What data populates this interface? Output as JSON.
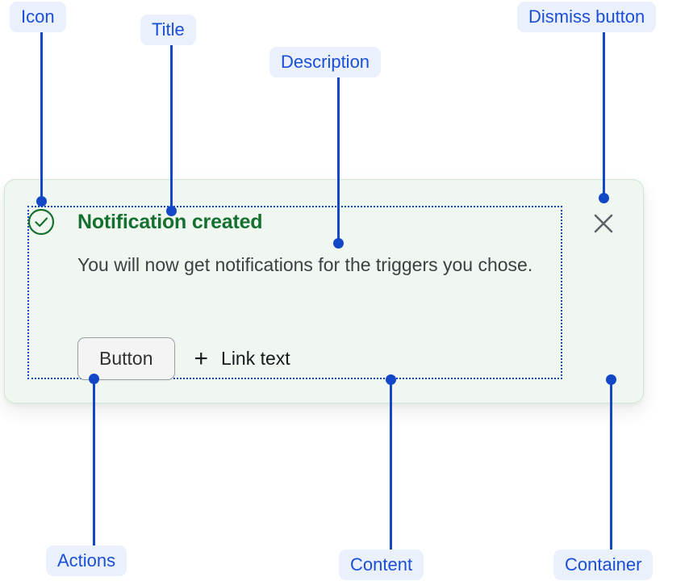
{
  "annotations": [
    {
      "id": "icon",
      "label": "Icon"
    },
    {
      "id": "title",
      "label": "Title"
    },
    {
      "id": "description",
      "label": "Description"
    },
    {
      "id": "dismiss",
      "label": "Dismiss button"
    },
    {
      "id": "actions",
      "label": "Actions"
    },
    {
      "id": "content",
      "label": "Content"
    },
    {
      "id": "container",
      "label": "Container"
    }
  ],
  "notification": {
    "status": "success",
    "icon_name": "check-circle-icon",
    "title": "Notification created",
    "description": "You will now get notifications for the triggers you chose.",
    "dismiss_icon_name": "close-icon",
    "actions": {
      "button_label": "Button",
      "link_plus_glyph": "+",
      "link_label": "Link text"
    }
  },
  "colors": {
    "annotation_text": "#1a4fd6",
    "annotation_pill_bg": "#eaf1fd",
    "leader_line": "#1248c8",
    "card_bg": "#eff7f0",
    "card_border": "#cfe6d5",
    "success_green": "#15702f",
    "body_text": "#3c4043",
    "button_bg": "#f4f4f4",
    "button_border": "#9aa0a6",
    "dismiss_icon": "#5f6368"
  }
}
